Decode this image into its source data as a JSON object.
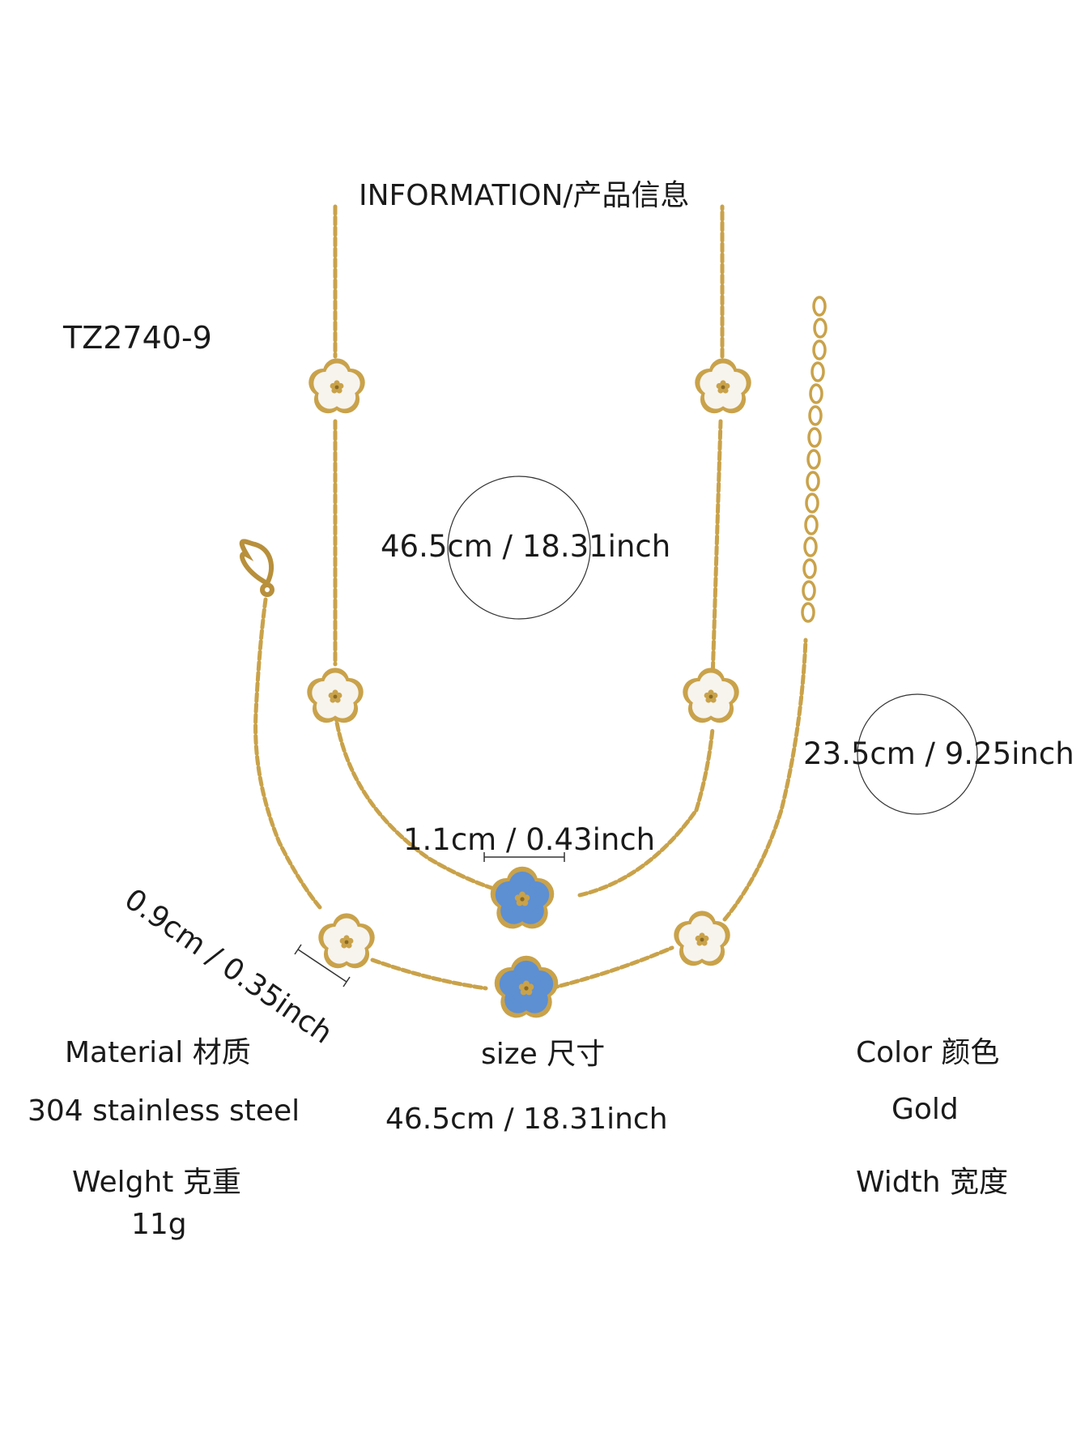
{
  "header": {
    "title": "INFORMATION/产品信息"
  },
  "product": {
    "code": "TZ2740-9"
  },
  "annotations": {
    "necklace_length": "46.5cm / 18.31inch",
    "bracelet_length": "23.5cm / 9.25inch",
    "charm_size": "1.1cm / 0.43inch",
    "chain_width": "0.9cm / 0.35inch"
  },
  "specs": {
    "material_label": "Material 材质",
    "material_value": "304 stainless steel",
    "size_label": "size 尺寸",
    "size_value": "46.5cm / 18.31inch",
    "color_label": "Color 颜色",
    "color_value": "Gold",
    "weight_label": "Welght 克重",
    "weight_value": "11g",
    "width_label": "Width 宽度"
  },
  "colors": {
    "gold": "#c9a24a",
    "gold_dark": "#9c7a2e",
    "shell_white": "#f7f4ee",
    "enamel_blue": "#5d8fd3"
  }
}
